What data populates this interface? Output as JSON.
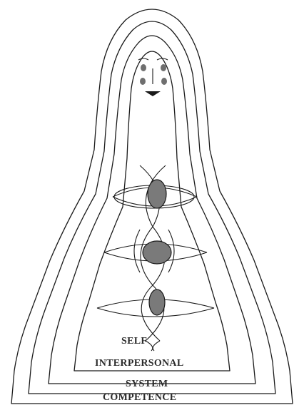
{
  "labels": {
    "self": "SELF",
    "interpersonal": "INTERPERSONAL",
    "system": "SYSTEM",
    "competence": "COMPETENCE"
  },
  "colors": {
    "line": "#1a1a1a",
    "fill_organ": "#7a7a7a",
    "text": "#2b2b2b",
    "background": "#ffffff"
  }
}
